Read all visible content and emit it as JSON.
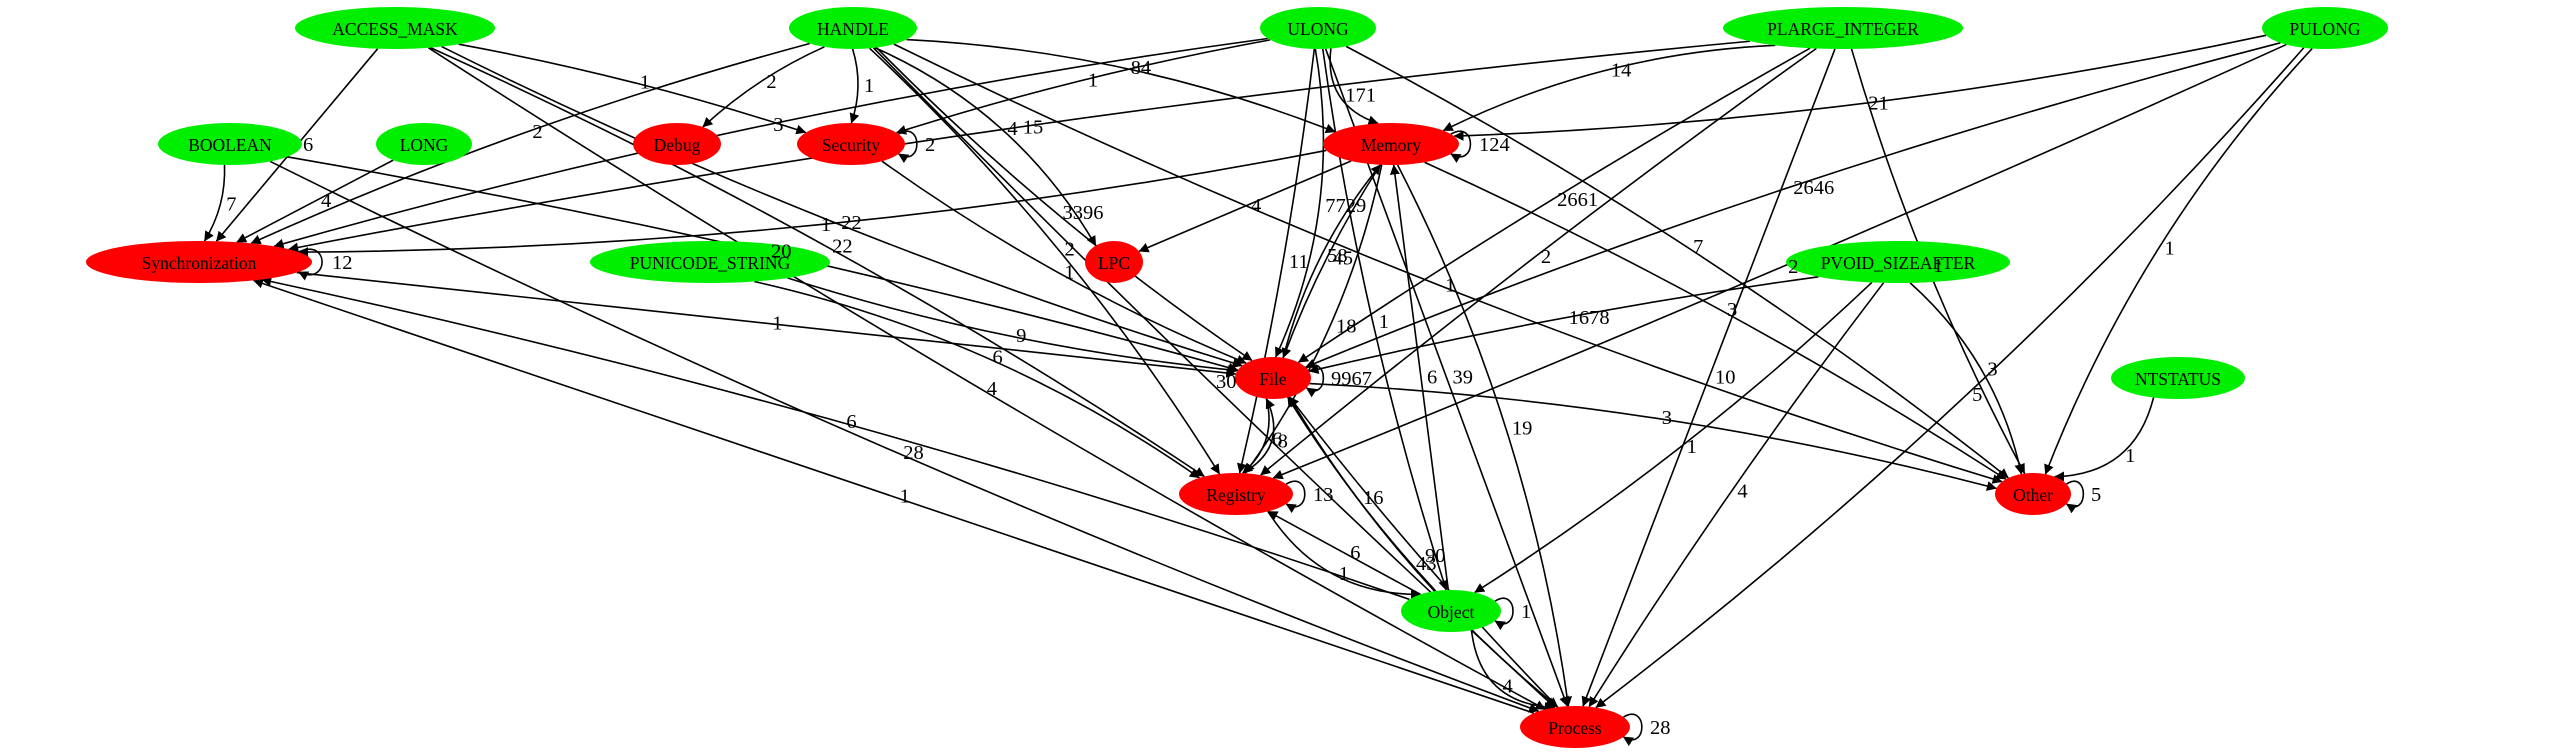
{
  "nodes": {
    "ACCESS_MASK": {
      "label": "ACCESS_MASK",
      "color": "#00ee00"
    },
    "HANDLE": {
      "label": "HANDLE",
      "color": "#00ee00"
    },
    "ULONG": {
      "label": "ULONG",
      "color": "#00ee00"
    },
    "PLARGE_INTEGER": {
      "label": "PLARGE_INTEGER",
      "color": "#00ee00"
    },
    "PULONG": {
      "label": "PULONG",
      "color": "#00ee00"
    },
    "BOOLEAN": {
      "label": "BOOLEAN",
      "color": "#00ee00"
    },
    "LONG": {
      "label": "LONG",
      "color": "#00ee00"
    },
    "Debug": {
      "label": "Debug",
      "color": "#ff0000"
    },
    "Security": {
      "label": "Security",
      "color": "#ff0000"
    },
    "Memory": {
      "label": "Memory",
      "color": "#ff0000"
    },
    "Synchronization": {
      "label": "Synchronization",
      "color": "#ff0000"
    },
    "PUNICODE_STRING": {
      "label": "PUNICODE_STRING",
      "color": "#00ee00"
    },
    "LPC": {
      "label": "LPC",
      "color": "#ff0000"
    },
    "PVOID_SIZEAFTER": {
      "label": "PVOID_SIZEAFTER",
      "color": "#00ee00"
    },
    "File": {
      "label": "File",
      "color": "#ff0000"
    },
    "NTSTATUS": {
      "label": "NTSTATUS",
      "color": "#00ee00"
    },
    "Registry": {
      "label": "Registry",
      "color": "#ff0000"
    },
    "Other": {
      "label": "Other",
      "color": "#ff0000"
    },
    "Object": {
      "label": "Object",
      "color": "#00ee00"
    },
    "Process": {
      "label": "Process",
      "color": "#ff0000"
    }
  },
  "edges": [
    {
      "from": "ACCESS_MASK",
      "to": "Process",
      "label": "4"
    },
    {
      "from": "ACCESS_MASK",
      "to": "Synchronization",
      "label": "6"
    },
    {
      "from": "ACCESS_MASK",
      "to": "Security",
      "label": "1"
    },
    {
      "from": "ACCESS_MASK",
      "to": "Registry",
      "label": "22"
    },
    {
      "from": "ACCESS_MASK",
      "to": "File",
      "label": "22"
    },
    {
      "from": "HANDLE",
      "to": "Debug",
      "label": "2"
    },
    {
      "from": "HANDLE",
      "to": "Security",
      "label": "1"
    },
    {
      "from": "HANDLE",
      "to": "Synchronization",
      "label": "2"
    },
    {
      "from": "HANDLE",
      "to": "Process",
      "label": "30"
    },
    {
      "from": "HANDLE",
      "to": "Memory",
      "label": "84"
    },
    {
      "from": "HANDLE",
      "to": "LPC",
      "label": "4"
    },
    {
      "from": "HANDLE",
      "to": "File",
      "label": "3396"
    },
    {
      "from": "HANDLE",
      "to": "Registry",
      "label": "2"
    },
    {
      "from": "HANDLE",
      "to": "Other",
      "label": "1"
    },
    {
      "from": "ULONG",
      "to": "Security",
      "label": "1"
    },
    {
      "from": "ULONG",
      "to": "Memory",
      "label": "171"
    },
    {
      "from": "ULONG",
      "to": "Synchronization",
      "label": "3"
    },
    {
      "from": "ULONG",
      "to": "File",
      "label": "7729"
    },
    {
      "from": "ULONG",
      "to": "Registry",
      "label": "11"
    },
    {
      "from": "ULONG",
      "to": "Object",
      "label": "1"
    },
    {
      "from": "ULONG",
      "to": "Other",
      "label": "7"
    },
    {
      "from": "ULONG",
      "to": "Process",
      "label": "39"
    },
    {
      "from": "PLARGE_INTEGER",
      "to": "Memory",
      "label": "14"
    },
    {
      "from": "PLARGE_INTEGER",
      "to": "File",
      "label": "2661"
    },
    {
      "from": "PLARGE_INTEGER",
      "to": "Synchronization",
      "label": "15"
    },
    {
      "from": "PLARGE_INTEGER",
      "to": "Registry",
      "label": "2"
    },
    {
      "from": "PLARGE_INTEGER",
      "to": "Other",
      "label": "1"
    },
    {
      "from": "PLARGE_INTEGER",
      "to": "Process",
      "label": "10"
    },
    {
      "from": "PULONG",
      "to": "Memory",
      "label": "21"
    },
    {
      "from": "PULONG",
      "to": "File",
      "label": "2646"
    },
    {
      "from": "PULONG",
      "to": "Registry",
      "label": "2"
    },
    {
      "from": "PULONG",
      "to": "Other",
      "label": "1"
    },
    {
      "from": "PULONG",
      "to": "Process",
      "label": "5"
    },
    {
      "from": "BOOLEAN",
      "to": "Synchronization",
      "label": "7"
    },
    {
      "from": "BOOLEAN",
      "to": "File",
      "label": "20"
    },
    {
      "from": "BOOLEAN",
      "to": "Process",
      "label": "28"
    },
    {
      "from": "LONG",
      "to": "Synchronization",
      "label": "4"
    },
    {
      "from": "Security",
      "to": "Security",
      "label": "2"
    },
    {
      "from": "Security",
      "to": "File",
      "label": "1"
    },
    {
      "from": "Memory",
      "to": "Memory",
      "label": "124"
    },
    {
      "from": "Memory",
      "to": "Synchronization",
      "label": "1"
    },
    {
      "from": "Memory",
      "to": "LPC",
      "label": "4"
    },
    {
      "from": "Memory",
      "to": "File",
      "label": "45"
    },
    {
      "from": "Memory",
      "to": "Registry",
      "label": "18"
    },
    {
      "from": "Memory",
      "to": "Process",
      "label": "19"
    },
    {
      "from": "Memory",
      "to": "Other",
      "label": "3"
    },
    {
      "from": "Synchronization",
      "to": "Synchronization",
      "label": "12"
    },
    {
      "from": "Synchronization",
      "to": "File",
      "label": "1"
    },
    {
      "from": "PUNICODE_STRING",
      "to": "File",
      "label": "9"
    },
    {
      "from": "PUNICODE_STRING",
      "to": "Registry",
      "label": "6"
    },
    {
      "from": "PVOID_SIZEAFTER",
      "to": "File",
      "label": "1678"
    },
    {
      "from": "PVOID_SIZEAFTER",
      "to": "Object",
      "label": "1"
    },
    {
      "from": "PVOID_SIZEAFTER",
      "to": "Other",
      "label": "3"
    },
    {
      "from": "PVOID_SIZEAFTER",
      "to": "Process",
      "label": "4"
    },
    {
      "from": "File",
      "to": "File",
      "label": "9967"
    },
    {
      "from": "File",
      "to": "Memory",
      "label": "58"
    },
    {
      "from": "File",
      "to": "Registry",
      "label": "6"
    },
    {
      "from": "File",
      "to": "Other",
      "label": "3"
    },
    {
      "from": "File",
      "to": "Process",
      "label": "43"
    },
    {
      "from": "NTSTATUS",
      "to": "Other",
      "label": "1"
    },
    {
      "from": "Registry",
      "to": "Registry",
      "label": "13"
    },
    {
      "from": "Registry",
      "to": "File",
      "label": "8"
    },
    {
      "from": "Registry",
      "to": "Object",
      "label": "1"
    },
    {
      "from": "Other",
      "to": "Other",
      "label": "5"
    },
    {
      "from": "Object",
      "to": "Object",
      "label": "1"
    },
    {
      "from": "Object",
      "to": "Synchronization",
      "label": "6"
    },
    {
      "from": "Object",
      "to": "Registry",
      "label": "6"
    },
    {
      "from": "Object",
      "to": "File",
      "label": "16"
    },
    {
      "from": "Object",
      "to": "Memory",
      "label": "6"
    },
    {
      "from": "Object",
      "to": "Process",
      "label": "4"
    },
    {
      "from": "Process",
      "to": "Process",
      "label": "28"
    },
    {
      "from": "Process",
      "to": "Synchronization",
      "label": "1"
    },
    {
      "from": "Process",
      "to": "File",
      "label": "90"
    }
  ]
}
